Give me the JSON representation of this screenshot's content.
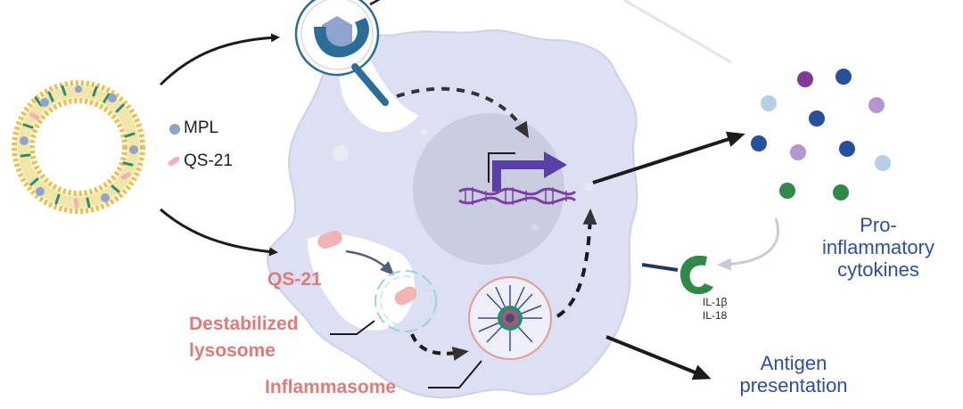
{
  "legend": {
    "mpl": "MPL",
    "qs21": "QS-21"
  },
  "labels": {
    "qs21": "QS-21",
    "destabilized": "Destabilized",
    "lysosome": "lysosome",
    "inflammasome": "Inflammasome",
    "cytokines": [
      "Pro-",
      "inflammatory",
      "cytokines"
    ],
    "interleukins": [
      "IL-1β",
      "IL-18"
    ],
    "antigen": [
      "Antigen",
      "presentation"
    ]
  },
  "colors": {
    "cell": "#dddff2",
    "nucleus": "#cacce0",
    "liposome": "#e8c04a",
    "mpl": "#8fa3cf",
    "qs21": "#f1b3b3",
    "arrow": "#1b1b1b",
    "receptor": "#2b6d96",
    "gene_arrow": "#5a3fa6",
    "dna": "#7b3fa6",
    "cytokine_blue": "#25509f",
    "cytokine_purple": "#7b3b9b",
    "cytokine_lilac": "#b496cf",
    "cytokine_light": "#b8cde6",
    "cytokine_green": "#2f8a47",
    "il_receptor": "#2f8a47",
    "pink_text": "#e07b7b",
    "blue_text": "#2e4f9e"
  },
  "icons": [
    "liposome-icon",
    "tlr4-receptor-icon",
    "gene-transcription-icon",
    "inflammasome-icon",
    "cytokine-icon",
    "il-receptor-icon"
  ]
}
